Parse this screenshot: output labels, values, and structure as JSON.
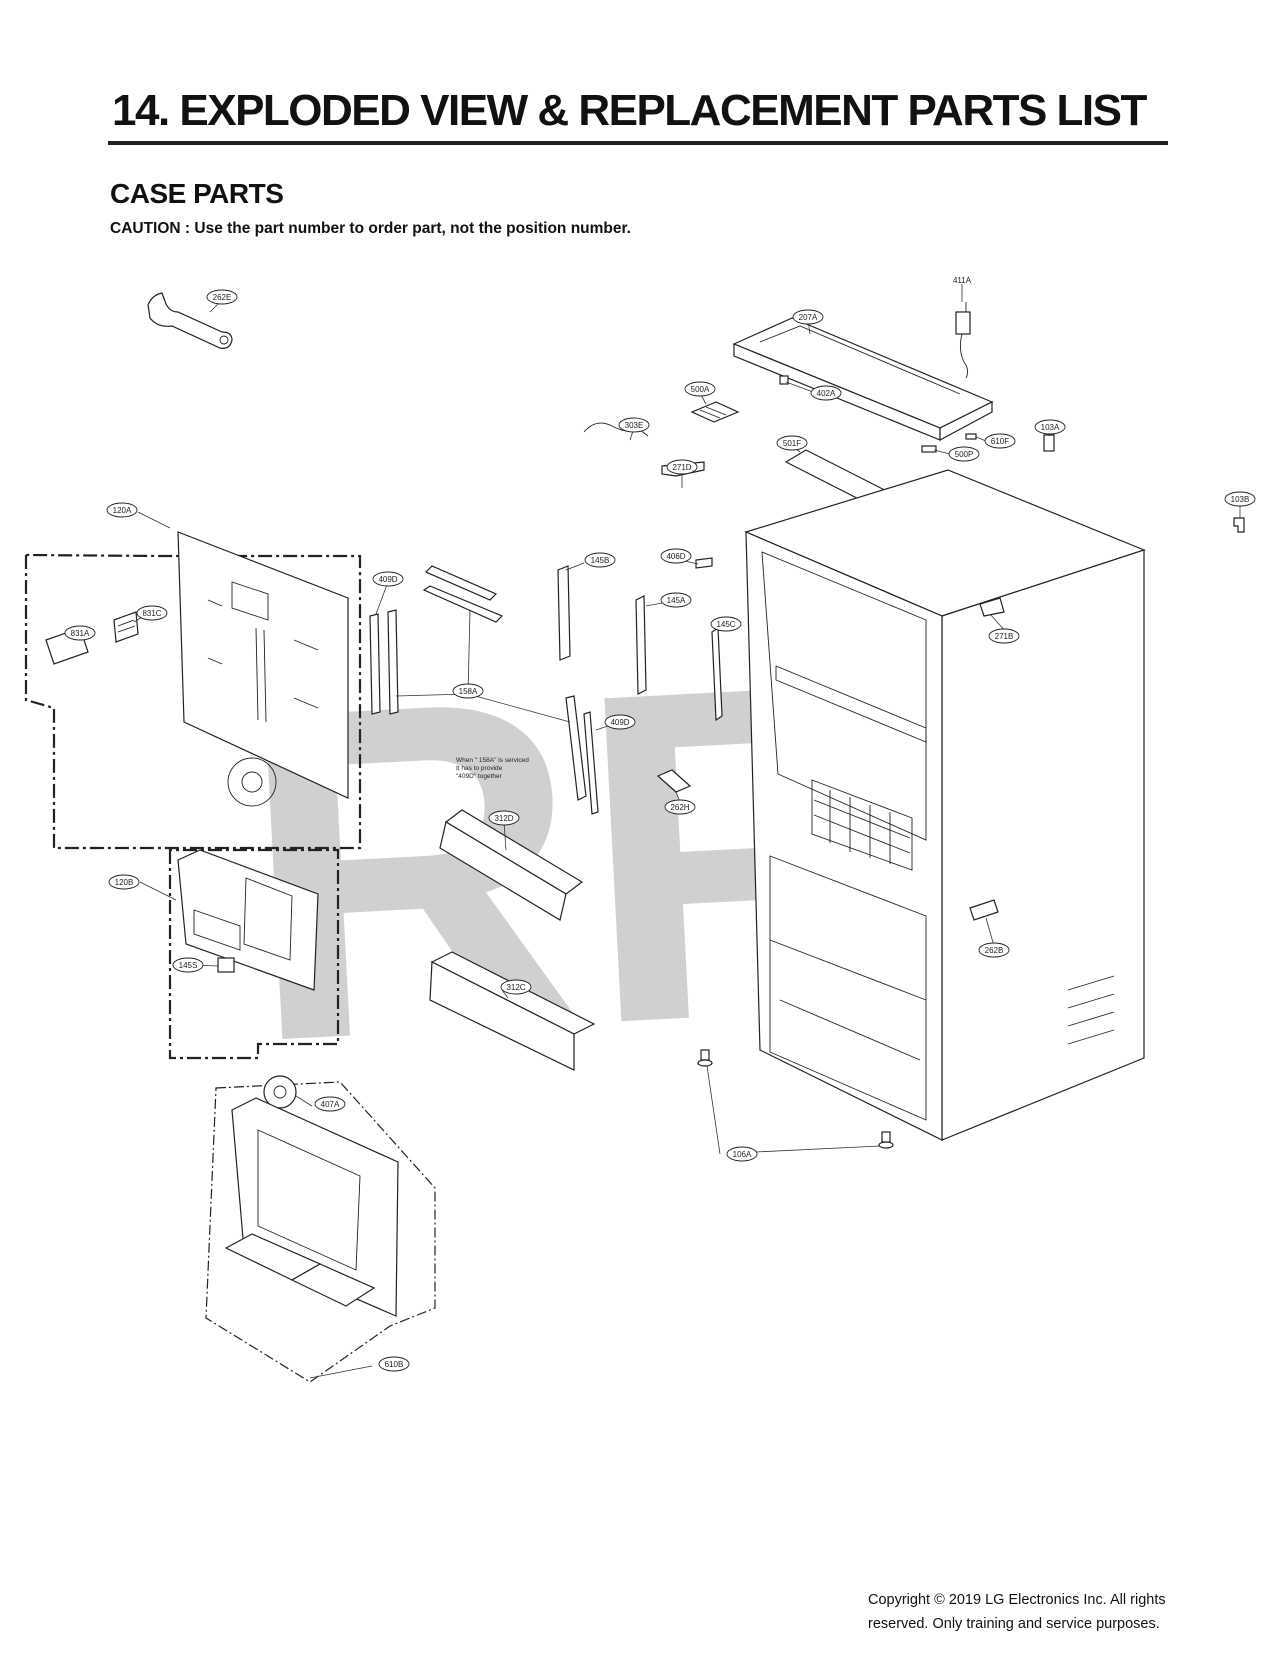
{
  "header": {
    "title": "14. EXPLODED VIEW & REPLACEMENT PARTS LIST",
    "section": "CASE PARTS",
    "caution": "CAUTION : Use the part number to order part, not the position number."
  },
  "watermark": "RPI",
  "diagram": {
    "callouts": [
      {
        "id": "262E"
      },
      {
        "id": "411A"
      },
      {
        "id": "207A"
      },
      {
        "id": "500A"
      },
      {
        "id": "402A"
      },
      {
        "id": "303E"
      },
      {
        "id": "501F"
      },
      {
        "id": "103A"
      },
      {
        "id": "610F"
      },
      {
        "id": "500P"
      },
      {
        "id": "271D"
      },
      {
        "id": "103B"
      },
      {
        "id": "120A"
      },
      {
        "id": "831C"
      },
      {
        "id": "831A"
      },
      {
        "id": "409D"
      },
      {
        "id": "145B"
      },
      {
        "id": "406D"
      },
      {
        "id": "145A"
      },
      {
        "id": "145C"
      },
      {
        "id": "271B"
      },
      {
        "id": "158A"
      },
      {
        "id": "409D"
      },
      {
        "id": "262H"
      },
      {
        "id": "312D"
      },
      {
        "id": "120B"
      },
      {
        "id": "262B"
      },
      {
        "id": "145S"
      },
      {
        "id": "312C"
      },
      {
        "id": "407A"
      },
      {
        "id": "106A"
      },
      {
        "id": "610B"
      }
    ],
    "note": [
      "When \" 158A\" is serviced",
      "It has to provide",
      "\"409D\" together"
    ]
  },
  "footer": {
    "copyright_line1": "Copyright © 2019  LG Electronics Inc. All rights",
    "copyright_line2": "reserved. Only training and service purposes."
  }
}
